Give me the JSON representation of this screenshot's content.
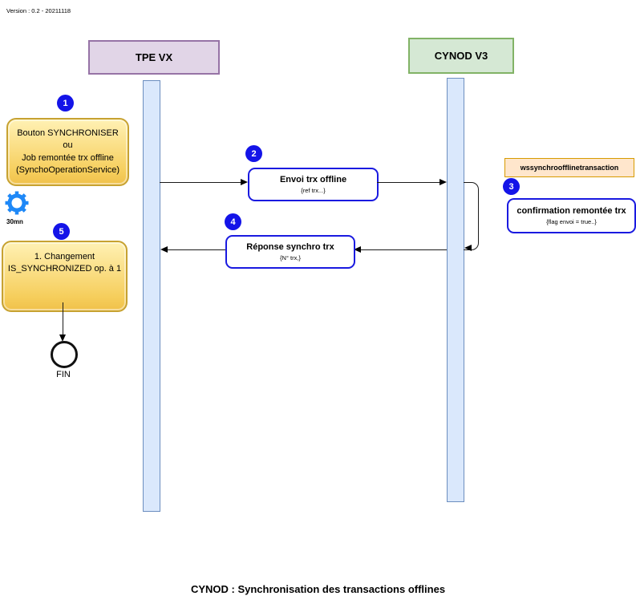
{
  "version_label": "Version : 0.2 - 20211118",
  "actors": {
    "tpe": {
      "label": "TPE VX"
    },
    "cynod": {
      "label": "CYNOD V3"
    }
  },
  "steps": {
    "step1": {
      "badge": "1",
      "lines": [
        "Bouton SYNCHRONISER",
        "ou",
        "Job remontée trx offline",
        "(SynchoOperationService)"
      ]
    },
    "step2": {
      "badge": "2",
      "title": "Envoi trx offline",
      "subtitle": "{ref trx...}"
    },
    "step3": {
      "badge": "3",
      "title": "confirmation remontée trx",
      "subtitle": "{flag envoi = true..}"
    },
    "step4": {
      "badge": "4",
      "title": "Réponse synchro trx",
      "subtitle": "{N° trx,}"
    },
    "step5": {
      "badge": "5",
      "lines": [
        "1. Changement",
        "IS_SYNCHRONIZED op. à 1"
      ]
    }
  },
  "timer": {
    "icon": "gear-icon",
    "label": "30mn"
  },
  "service_label": "wssynchroofflinetransaction",
  "end_event_label": "FIN",
  "footer_title": "CYNOD : Synchronisation des transactions offlines",
  "colors": {
    "badge_blue": "#1414E8",
    "message_border_blue": "#1A1AE0",
    "actor_tpe_fill": "#E1D5E7",
    "actor_tpe_border": "#9673A6",
    "actor_cynod_fill": "#D5E8D4",
    "actor_cynod_border": "#82B366",
    "lifeline_fill": "#DAE8FC",
    "lifeline_border": "#6C8EBF",
    "note_fill_top": "#FFF1B4",
    "note_fill_bottom": "#F0C14B",
    "note_border": "#C7A231",
    "ws_fill": "#FFE6CC",
    "ws_border": "#D79B00",
    "gear_blue": "#1E88F7"
  }
}
